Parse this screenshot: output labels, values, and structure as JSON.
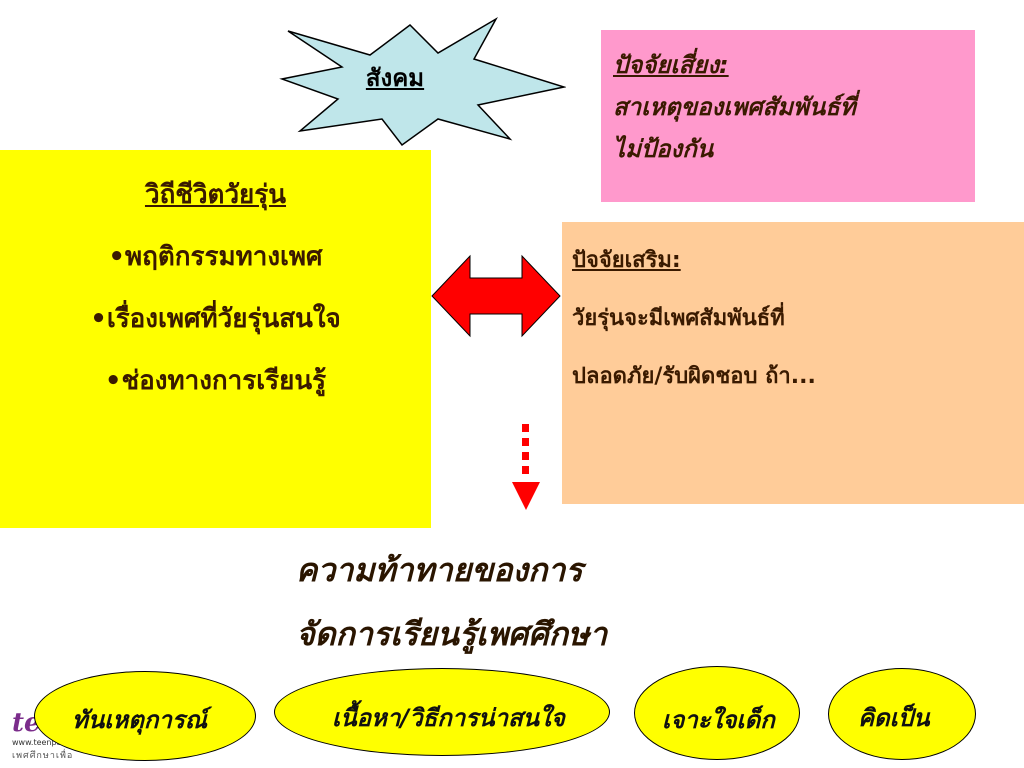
{
  "star": {
    "label": "สังคม"
  },
  "risk": {
    "heading": "ปัจจัยเสี่ยง:",
    "line1": "สาเหตุของเพศสัมพันธ์ที่",
    "line2": "ไม่ป้องกัน"
  },
  "lifestyle": {
    "heading": "วิถีชีวิตวัยรุ่น",
    "items": [
      "•พฤติกรรมทางเพศ",
      "•เรื่องเพศที่วัยรุ่นสนใจ",
      "•ช่องทางการเรียนรู้"
    ]
  },
  "protective": {
    "heading": "ปัจจัยเสริม:",
    "line1": "วัยรุ่นจะมีเพศสัมพันธ์ที่",
    "line2": "ปลอดภัย/รับผิดชอบ ถ้า..."
  },
  "challenge": {
    "line1": "ความท้าทายของการ",
    "line2": "จัดการเรียนรู้เพศศึกษา"
  },
  "ovals": [
    {
      "label": "ทันเหตุการณ์"
    },
    {
      "label": "เนื้อหา/วิธีการน่าสนใจ"
    },
    {
      "label": "เจาะใจเด็ก"
    },
    {
      "label": "คิดเป็น"
    }
  ],
  "logo": {
    "main": "tee",
    "url": "www.teenpath",
    "sub": "เพศศึกษาเพื่อ"
  },
  "colors": {
    "star_fill": "#bfe6ea",
    "risk_bg": "#ff99cc",
    "lifestyle_bg": "#ffff00",
    "protective_bg": "#ffcc99",
    "arrow_red": "#ff0000",
    "oval_fill": "#ffff00"
  }
}
